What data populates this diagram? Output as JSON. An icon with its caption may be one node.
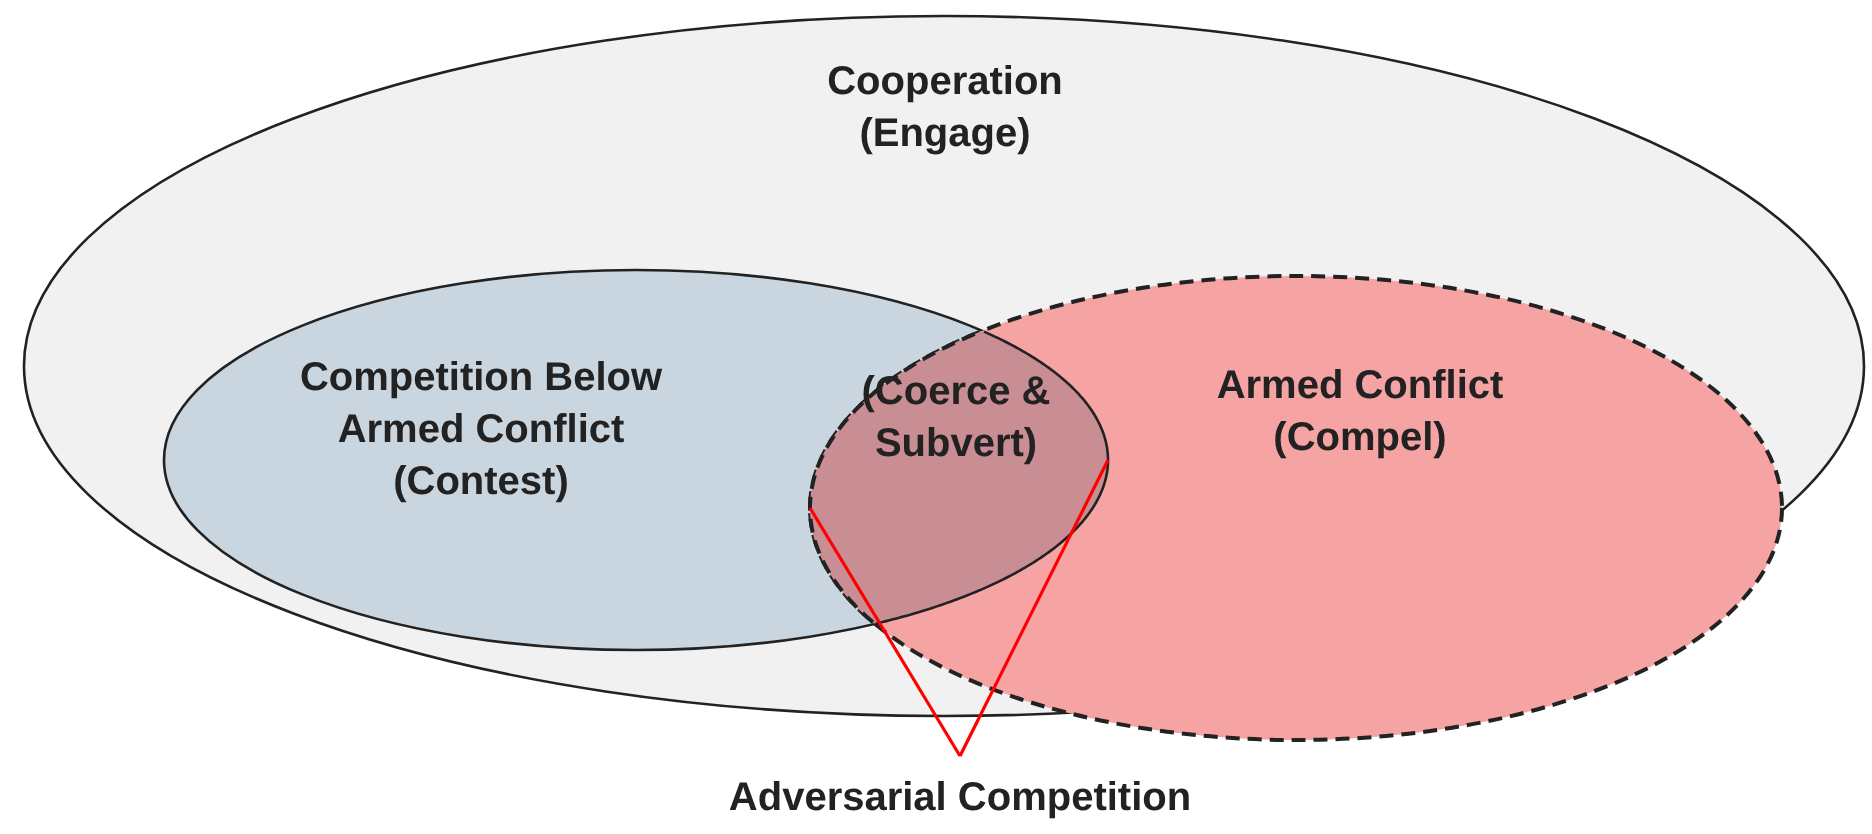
{
  "diagram": {
    "nodes": [
      {
        "text": [
          "Cooperation (Engage)"
        ]
      },
      {
        "text": [
          "Competition Below Armed Conflict (Contest)"
        ],
        "in": 0
      },
      {
        "text": [
          "Armed Conflict (Compel)"
        ],
        "in": 0
      },
      {
        "text": [
          "(Coerce & Subvert)"
        ]
      },
      {
        "text": [
          "Adversarial Competition"
        ]
      }
    ],
    "edges": [
      {
        "from": 4,
        "to": 3,
        "arrow": "none",
        "color": "#ff0000"
      },
      {
        "from": 4,
        "to": 3,
        "arrow": "none",
        "color": "#ff0000"
      }
    ]
  }
}
